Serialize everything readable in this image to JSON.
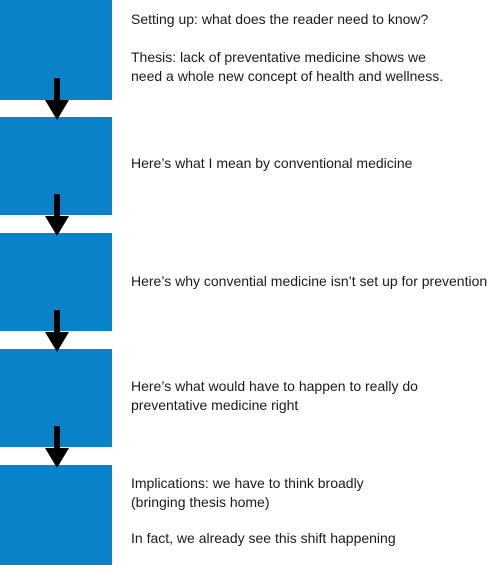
{
  "steps": [
    {
      "lines": [
        "Setting up: what does the reader need to know?",
        "",
        "Thesis: lack of preventative medicine shows we",
        "need a whole new concept of health and wellness."
      ]
    },
    {
      "lines": [
        "Here’s what I mean by conventional medicine"
      ]
    },
    {
      "lines": [
        "Here’s why convential medicine isn’t set up for prevention"
      ]
    },
    {
      "lines": [
        "Here’s what would have to happen to really do",
        "preventative medicine right"
      ]
    },
    {
      "lines": [
        "Implications: we have to think broadly",
        "(bringing thesis home)",
        "",
        "In fact, we already see this shift happening"
      ]
    }
  ],
  "colors": {
    "block": "#0a82ca",
    "arrow": "#000000",
    "text": "#1a1a1a"
  }
}
